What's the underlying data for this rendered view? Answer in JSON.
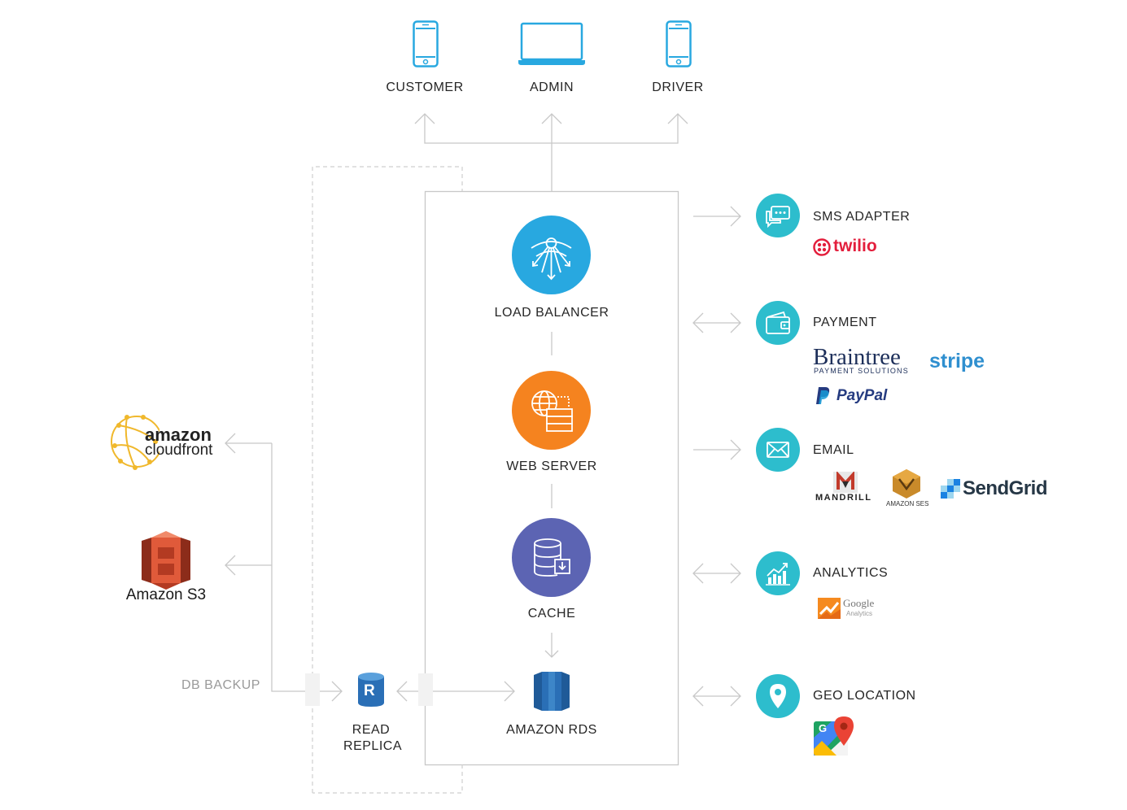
{
  "clients": {
    "customer": "CUSTOMER",
    "admin": "ADMIN",
    "driver": "DRIVER"
  },
  "core": {
    "load_balancer": "LOAD BALANCER",
    "web_server": "WEB SERVER",
    "cache": "CACHE",
    "amazon_rds": "AMAZON RDS"
  },
  "replica": {
    "line1": "READ",
    "line2": "REPLICA",
    "db_backup": "DB BACKUP",
    "badge": "R"
  },
  "storage": {
    "cloudfront_top": "amazon",
    "cloudfront_bottom": "cloudfront",
    "s3": "Amazon S3"
  },
  "services": {
    "sms": {
      "title": "SMS ADAPTER",
      "providers": [
        "twilio"
      ]
    },
    "payment": {
      "title": "PAYMENT",
      "providers": [
        "Braintree",
        "PAYMENT SOLUTIONS",
        "stripe",
        "PayPal"
      ]
    },
    "email": {
      "title": "EMAIL",
      "providers": [
        "MANDRILL",
        "AMAZON SES",
        "SendGrid"
      ]
    },
    "analytics": {
      "title": "ANALYTICS",
      "providers": [
        "Google",
        "Analytics"
      ]
    },
    "geo": {
      "title": "GEO LOCATION",
      "providers": [
        "G"
      ]
    }
  },
  "colors": {
    "line": "#c8c8c8",
    "teal": "#2dbdcd",
    "load_balancer": "#28a8e0",
    "web_server": "#f5831f",
    "cache": "#5c64b3",
    "rds": "#2a6fb6"
  }
}
